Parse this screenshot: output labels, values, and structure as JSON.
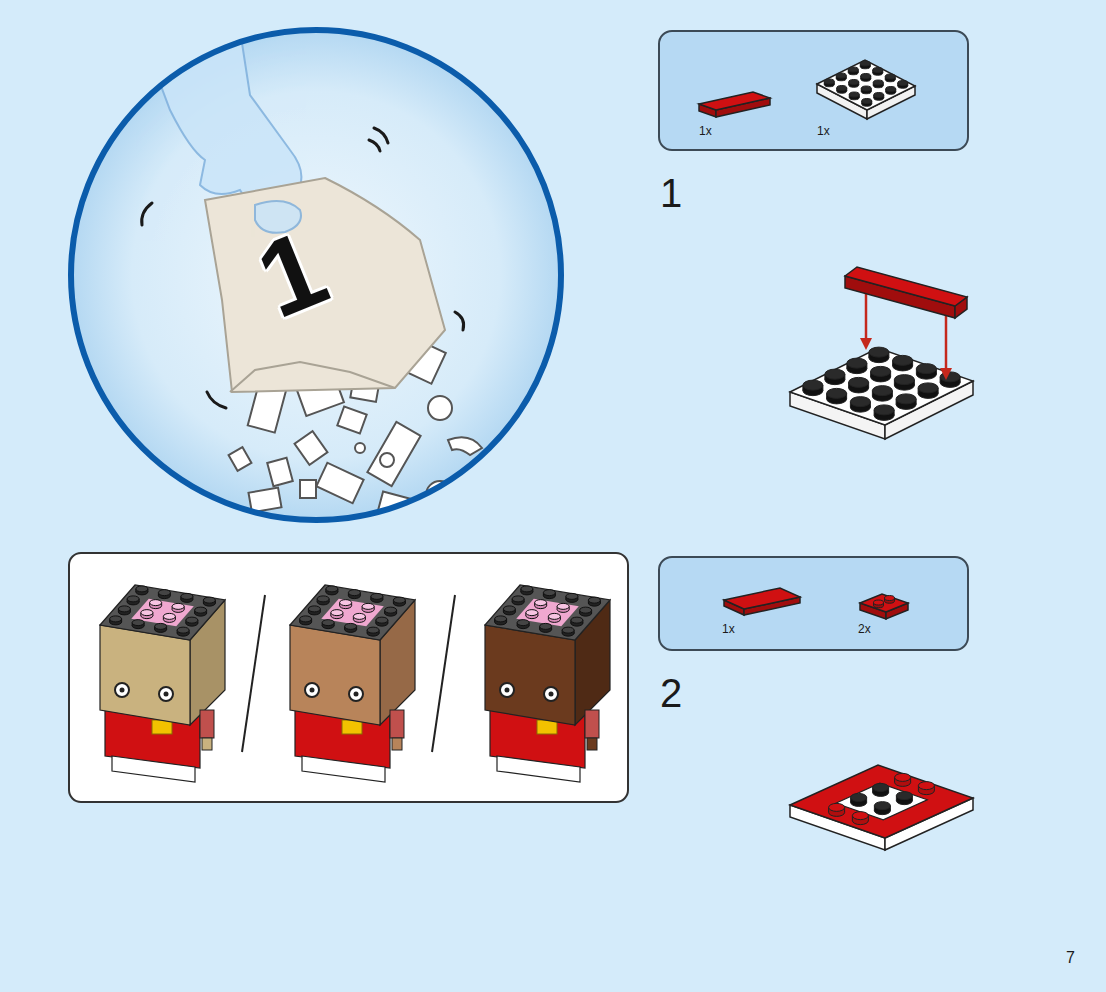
{
  "diagram": {
    "nodes": [
      {
        "text": [
          "1x",
          "1x"
        ]
      },
      {
        "text": [
          "1x",
          "2x"
        ]
      }
    ],
    "labels": [
      "1",
      "1",
      "2",
      "7"
    ]
  }
}
